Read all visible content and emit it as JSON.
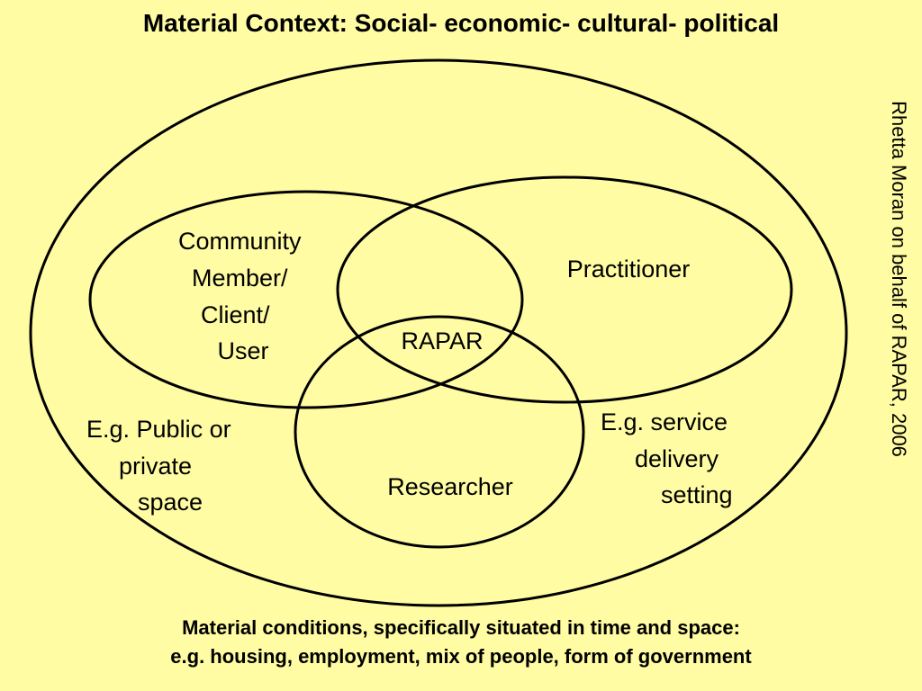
{
  "title": "Material Context: Social- economic- cultural- political",
  "credit": "Rhetta Moran on behalf of RAPAR, 2006",
  "footer": {
    "line1": "Material conditions, specifically situated in time and space:",
    "line2": "e.g. housing, employment, mix of people, form of government"
  },
  "labels": {
    "community": [
      "Community",
      "Member/",
      "Client/",
      "User"
    ],
    "practitioner": "Practitioner",
    "center": "RAPAR",
    "researcher": "Researcher",
    "left_example": [
      "E.g.  Public or",
      "private",
      "space"
    ],
    "right_example": [
      "E.g. service",
      "delivery",
      "setting"
    ]
  },
  "colors": {
    "background": "#FFFCA3",
    "stroke": "#000000"
  }
}
